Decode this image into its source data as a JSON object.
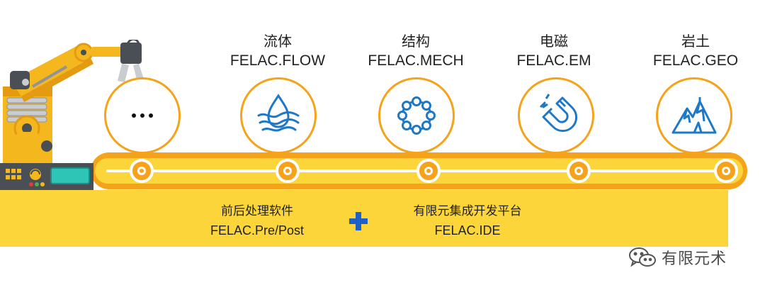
{
  "modules": [
    {
      "cn": "",
      "en": "",
      "icon": "dots-icon"
    },
    {
      "cn": "流体",
      "en": "FELAC.FLOW",
      "icon": "water-drop-icon"
    },
    {
      "cn": "结构",
      "en": "FELAC.MECH",
      "icon": "molecule-ring-icon"
    },
    {
      "cn": "电磁",
      "en": "FELAC.EM",
      "icon": "magnet-icon"
    },
    {
      "cn": "岩土",
      "en": "FELAC.GEO",
      "icon": "mountain-icon"
    }
  ],
  "base": {
    "left_cn": "前后处理软件",
    "left_en": "FELAC.Pre/Post",
    "right_cn": "有限元集成开发平台",
    "right_en": "FELAC.IDE",
    "plus_icon": "plus-icon"
  },
  "watermark": {
    "text": "有限元术",
    "icon": "wechat-icon"
  },
  "colors": {
    "orange": "#f5a31a",
    "yellow": "#fbd53a",
    "blue": "#1e78c8",
    "dark": "#4a4f55"
  }
}
